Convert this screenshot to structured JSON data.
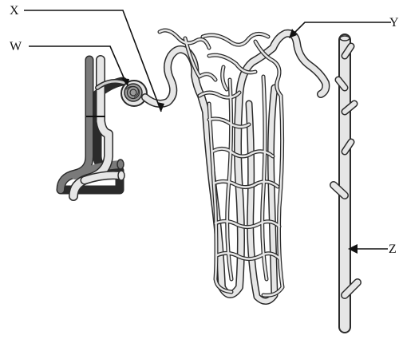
{
  "diagram": {
    "labels": {
      "W": "W",
      "X": "X",
      "Y": "Y",
      "Z": "Z"
    },
    "colors": {
      "outline": "#2b2b2b",
      "tube_fill": "#e6e6e6",
      "dark_vessel": "#7a7a7a",
      "pointer": "#111111",
      "background": "#ffffff"
    }
  }
}
